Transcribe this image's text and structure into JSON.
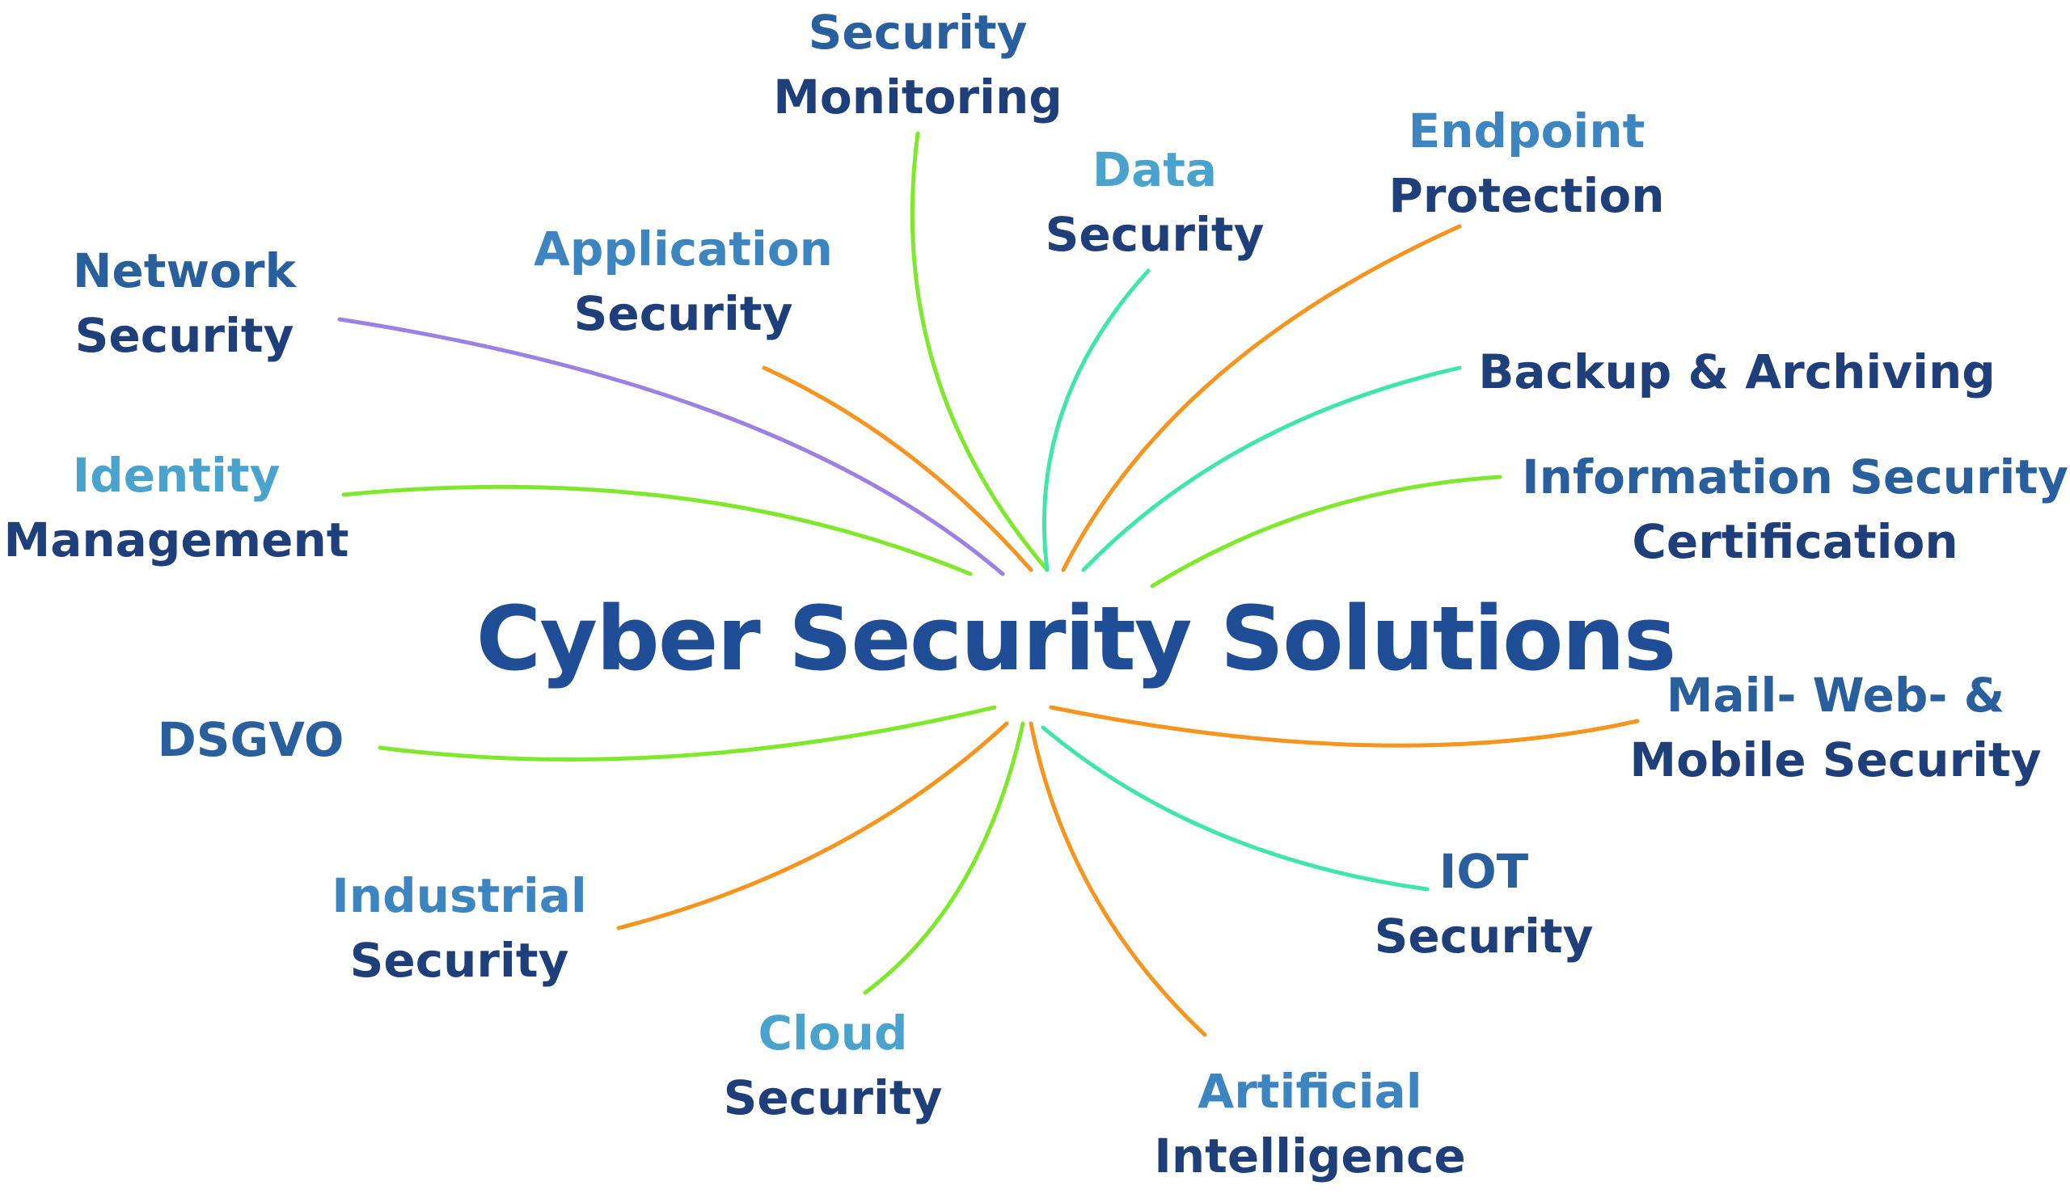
{
  "title": "Cyber Security Solutions",
  "colors": {
    "title": "#1f4e96",
    "label_light": "#3d85c0",
    "label_dark": "#1f3f7a",
    "line_green": "#7ee82a",
    "line_orange": "#f7941d",
    "line_teal": "#3fe6a9",
    "line_purple": "#9b80e6"
  },
  "nodes": {
    "security_monitoring": {
      "line1": "Security",
      "line2": "Monitoring"
    },
    "data_security": {
      "line1": "Data",
      "line2": "Security"
    },
    "endpoint_protection": {
      "line1": "Endpoint",
      "line2": "Protection"
    },
    "application_security": {
      "line1": "Application",
      "line2": "Security"
    },
    "network_security": {
      "line1": "Network",
      "line2": "Security"
    },
    "backup_archiving": {
      "line1": "Backup & Archiving"
    },
    "identity_management": {
      "line1": "Identity",
      "line2": "Management"
    },
    "information_security_certification": {
      "line1": "Information Security",
      "line2": "Certification"
    },
    "dsgvo": {
      "line1": "DSGVO"
    },
    "mail_web_mobile": {
      "line1": "Mail-  Web- &",
      "line2": "Mobile Security"
    },
    "industrial_security": {
      "line1": "Industrial",
      "line2": "Security"
    },
    "iot_security": {
      "line1": "IOT",
      "line2": "Security"
    },
    "cloud_security": {
      "line1": "Cloud",
      "line2": "Security"
    },
    "artificial_intelligence": {
      "line1": "Artificial",
      "line2": "Intelligence"
    }
  }
}
